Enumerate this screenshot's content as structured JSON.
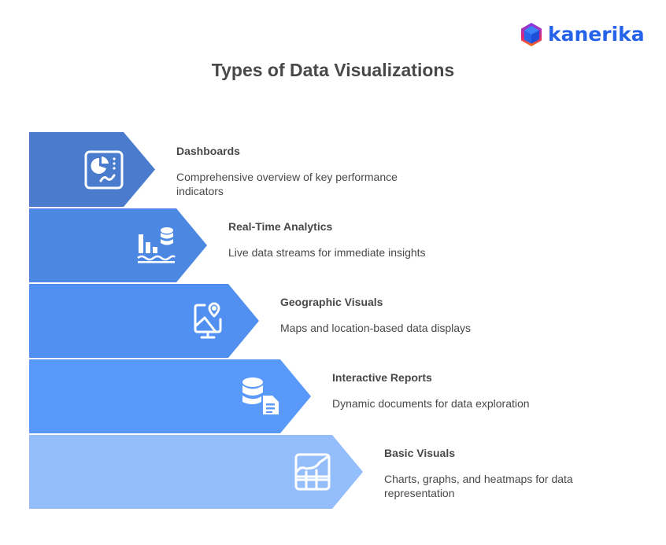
{
  "brand": {
    "name": "kanerika",
    "color": "#2563eb"
  },
  "title": "Types of Data Visualizations",
  "steps": [
    {
      "title": "Dashboards",
      "description": "Comprehensive overview of key performance indicators",
      "icon": "dashboard-icon",
      "color": "#4a7bcc"
    },
    {
      "title": "Real-Time Analytics",
      "description": "Live data streams for immediate insights",
      "icon": "realtime-analytics-icon",
      "color": "#4c88e2"
    },
    {
      "title": "Geographic Visuals",
      "description": "Maps and location-based data displays",
      "icon": "map-pin-monitor-icon",
      "color": "#5190f0"
    },
    {
      "title": "Interactive Reports",
      "description": "Dynamic documents for data exploration",
      "icon": "database-document-icon",
      "color": "#5899fa"
    },
    {
      "title": "Basic Visuals",
      "description": "Charts, graphs, and heatmaps for data representation",
      "icon": "line-chart-grid-icon",
      "color": "#94bdfc"
    }
  ]
}
